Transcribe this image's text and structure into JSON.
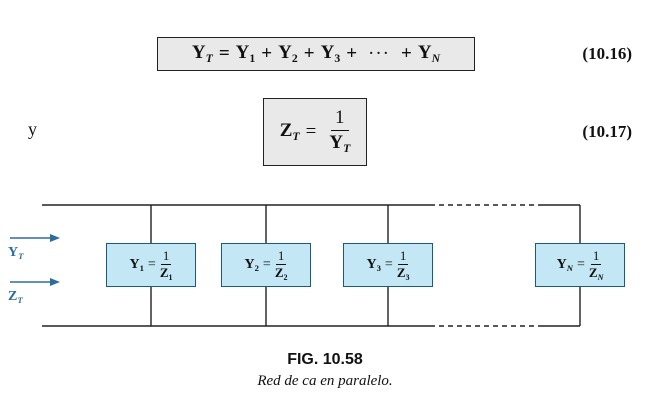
{
  "equations": {
    "eq1": {
      "lhs": "Y",
      "lhs_sub": "T",
      "equals": "=",
      "t1": "Y",
      "t1_sub": "1",
      "plus": "+",
      "t2": "Y",
      "t2_sub": "2",
      "t3": "Y",
      "t3_sub": "3",
      "ellipsis": "···",
      "tn": "Y",
      "tn_sub": "N",
      "number": "(10.16)"
    },
    "connector": "y",
    "eq2": {
      "lhs": "Z",
      "lhs_sub": "T",
      "equals": "=",
      "numerator": "1",
      "denominator": "Y",
      "denominator_sub": "T",
      "number": "(10.17)"
    }
  },
  "diagram": {
    "input_labels": [
      {
        "symbol": "Y",
        "sub": "T"
      },
      {
        "symbol": "Z",
        "sub": "T"
      }
    ],
    "branches": [
      {
        "lhs": "Y",
        "lhs_sub": "1",
        "equals": "=",
        "numerator": "1",
        "den": "Z",
        "den_sub": "1"
      },
      {
        "lhs": "Y",
        "lhs_sub": "2",
        "equals": "=",
        "numerator": "1",
        "den": "Z",
        "den_sub": "2"
      },
      {
        "lhs": "Y",
        "lhs_sub": "3",
        "equals": "=",
        "numerator": "1",
        "den": "Z",
        "den_sub": "3"
      },
      {
        "lhs": "Y",
        "lhs_sub": "N",
        "equals": "=",
        "numerator": "1",
        "den": "Z",
        "den_sub": "N"
      }
    ],
    "colors": {
      "box_fill": "#c4e7f5",
      "box_border": "#1b5b7a",
      "label_blue": "#2c6e9b",
      "equation_box_fill": "#e9e9e9"
    }
  },
  "figure": {
    "title": "FIG. 10.58",
    "caption": "Red de ca en paralelo."
  }
}
